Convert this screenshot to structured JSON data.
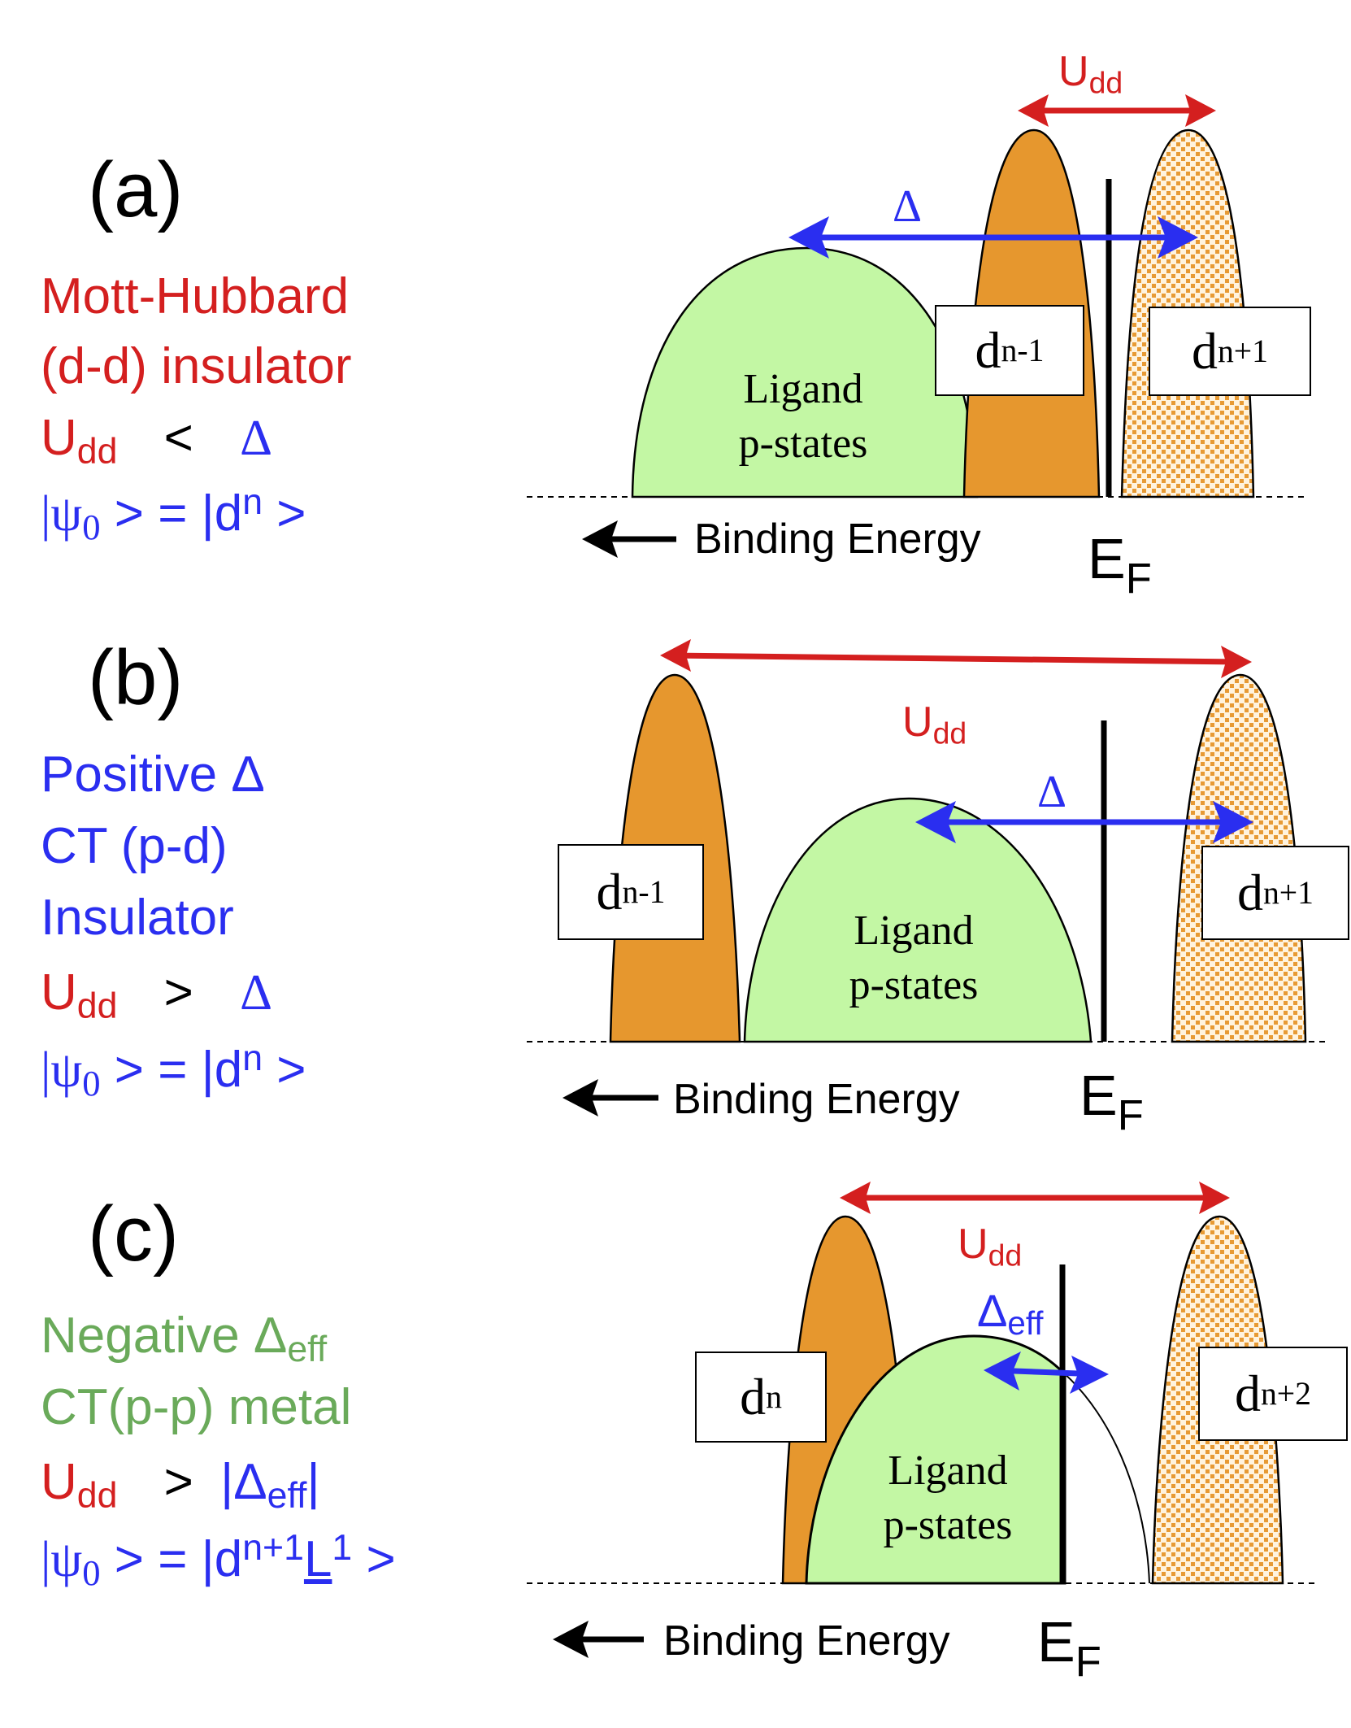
{
  "colors": {
    "ligand_fill": "#c3f7a4",
    "occupied_d_fill": "#e6972e",
    "unoccupied_d_fill": "#fff3de",
    "unoccupied_d_dots": "#e79a34",
    "u_arrow": "#d41f1f",
    "delta_arrow": "#2a2ef0",
    "negative_delta_text": "#6aaa5a"
  },
  "panels": [
    {
      "letter": "(a)",
      "lines": [
        "Mott-Hubbard",
        "(d-d) insulator"
      ],
      "relation": {
        "u": "U",
        "u_sub": "dd",
        "op": "<",
        "delta": "Δ"
      },
      "ground_state": {
        "prefix": "|ψ",
        "psi_sub": "0",
        "mid": " > = |d",
        "sup": "n",
        "suffix": " >"
      },
      "diagram": {
        "u_label": "U",
        "u_sub": "dd",
        "delta_label": "Δ",
        "delta_sub": "",
        "box_left": {
          "base": "d",
          "sup": "n-1"
        },
        "box_right": {
          "base": "d",
          "sup": "n+1"
        },
        "ligand": [
          "Ligand",
          "p-states"
        ],
        "axis": "Binding Energy",
        "fermi": "E",
        "fermi_sub": "F"
      }
    },
    {
      "letter": "(b)",
      "lines": [
        "Positive Δ",
        "CT (p-d)",
        "Insulator"
      ],
      "relation": {
        "u": "U",
        "u_sub": "dd",
        "op": ">",
        "delta": "Δ"
      },
      "ground_state": {
        "prefix": "|ψ",
        "psi_sub": "0",
        "mid": " > = |d",
        "sup": "n",
        "suffix": " >"
      },
      "diagram": {
        "u_label": "U",
        "u_sub": "dd",
        "delta_label": "Δ",
        "delta_sub": "",
        "box_left": {
          "base": "d",
          "sup": "n-1"
        },
        "box_right": {
          "base": "d",
          "sup": "n+1"
        },
        "ligand": [
          "Ligand",
          "p-states"
        ],
        "axis": "Binding Energy",
        "fermi": "E",
        "fermi_sub": "F"
      }
    },
    {
      "letter": "(c)",
      "lines": [
        "Negative Δ",
        "CT(p-p) metal"
      ],
      "line1_sub": "eff",
      "relation": {
        "u": "U",
        "u_sub": "dd",
        "op": ">",
        "delta": "|Δ",
        "delta_sub": "eff",
        "delta_suffix": "|"
      },
      "ground_state": {
        "prefix": "|ψ",
        "psi_sub": "0",
        "mid": " > = |d",
        "sup": "n+1",
        "l": "L",
        "l_sup": "1",
        "suffix": " >"
      },
      "diagram": {
        "u_label": "U",
        "u_sub": "dd",
        "delta_label": "Δ",
        "delta_sub": "eff",
        "box_left": {
          "base": "d",
          "sup": "n"
        },
        "box_right": {
          "base": "d",
          "sup": "n+2"
        },
        "ligand": [
          "Ligand",
          "p-states"
        ],
        "axis": "Binding Energy",
        "fermi": "E",
        "fermi_sub": "F"
      }
    }
  ]
}
